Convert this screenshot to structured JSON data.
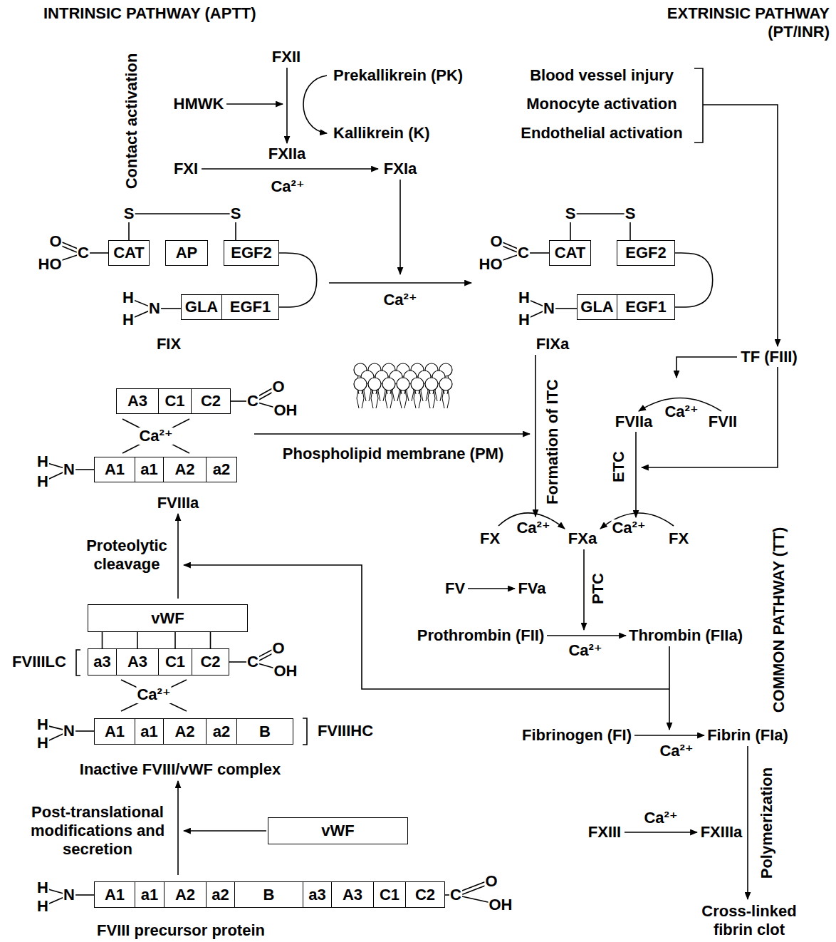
{
  "diagram": {
    "nodes": [
      {
        "text": [
          "CAT"
        ]
      },
      {
        "text": [
          "AP"
        ]
      },
      {
        "text": [
          "EGF2"
        ]
      },
      {
        "text": [
          "GLA"
        ]
      },
      {
        "text": [
          "EGF1"
        ]
      },
      {
        "text": [
          "CAT"
        ]
      },
      {
        "text": [
          "EGF2"
        ]
      },
      {
        "text": [
          "GLA"
        ]
      },
      {
        "text": [
          "EGF1"
        ]
      },
      {
        "text": [
          "A3"
        ]
      },
      {
        "text": [
          "C1"
        ]
      },
      {
        "text": [
          "C2"
        ]
      },
      {
        "text": [
          "A1"
        ]
      },
      {
        "text": [
          "a1"
        ]
      },
      {
        "text": [
          "A2"
        ]
      },
      {
        "text": [
          "a2"
        ]
      },
      {
        "text": [
          "vWF"
        ]
      },
      {
        "text": [
          "a3"
        ]
      },
      {
        "text": [
          "A3"
        ]
      },
      {
        "text": [
          "C1"
        ]
      },
      {
        "text": [
          "C2"
        ]
      },
      {
        "text": [
          "A1"
        ]
      },
      {
        "text": [
          "a1"
        ]
      },
      {
        "text": [
          "A2"
        ]
      },
      {
        "text": [
          "a2"
        ]
      },
      {
        "text": [
          "B"
        ]
      },
      {
        "text": [
          "vWF"
        ]
      },
      {
        "text": [
          "A1"
        ]
      },
      {
        "text": [
          "a1"
        ]
      },
      {
        "text": [
          "A2"
        ]
      },
      {
        "text": [
          "a2"
        ]
      },
      {
        "text": [
          "B"
        ]
      },
      {
        "text": [
          "a3"
        ]
      },
      {
        "text": [
          "A3"
        ]
      },
      {
        "text": [
          "C1"
        ]
      },
      {
        "text": [
          "C2"
        ]
      }
    ],
    "edges": [
      {
        "from": 0,
        "to": 2,
        "arrow": "none"
      },
      {
        "from": 2,
        "to": 4,
        "arrow": "none"
      },
      {
        "from": 5,
        "to": 6,
        "arrow": "none"
      },
      {
        "from": 6,
        "to": 8,
        "arrow": "none"
      },
      {
        "from": 16,
        "to": 17,
        "arrow": "none"
      },
      {
        "from": 16,
        "to": 18,
        "arrow": "none"
      },
      {
        "from": 16,
        "to": 19,
        "arrow": "none"
      },
      {
        "from": 16,
        "to": 20,
        "arrow": "none"
      }
    ],
    "labels": [
      "INTRINSIC PATHWAY (APTT)",
      "EXTRINSIC PATHWAY (PT/INR)",
      "Contact activation",
      "FXII",
      "Prekallikrein (PK)",
      "HMWK",
      "Kallikrein (K)",
      "FXIIa",
      "FXI",
      "FXIa",
      "Ca²⁺",
      "Blood vessel injury",
      "Monocyte activation",
      "Endothelial activation",
      "S",
      "S",
      "S",
      "S",
      "O",
      "C",
      "HO",
      "H",
      "N",
      "H",
      "Ca²⁺",
      "O",
      "C",
      "HO",
      "H",
      "N",
      "H",
      "FIX",
      "FIXa",
      "TF (FIII)",
      "C",
      "O",
      "OH",
      "Ca²⁺",
      "FVIIa",
      "FVII",
      "Formation of ITC",
      "Ca²⁺",
      "Phospholipid membrane (PM)",
      "H",
      "N",
      "H",
      "ETC",
      "FVIIIa",
      "Ca²⁺",
      "Ca²⁺",
      "FX",
      "FXa",
      "FX",
      "Proteolytic cleavage",
      "FV",
      "FVa",
      "PTC",
      "COMMON PATHWAY (TT)",
      "Prothrombin (FII)",
      "Thrombin (FIIa)",
      "Ca²⁺",
      "O",
      "FVIIILC",
      "C",
      "OH",
      "Ca²⁺",
      "H",
      "N",
      "FVIIIHC",
      "H",
      "Fibrinogen (FI)",
      "Fibrin (FIa)",
      "Ca²⁺",
      "Inactive FVIII/vWF complex",
      "Post-translational modifications and secretion",
      "Ca²⁺",
      "FXIII",
      "FXIIIa",
      "Polymerization",
      "H",
      "O",
      "N",
      "C",
      "H",
      "OH",
      "Cross-linked fibrin clot",
      "FVIII precursor protein"
    ]
  }
}
